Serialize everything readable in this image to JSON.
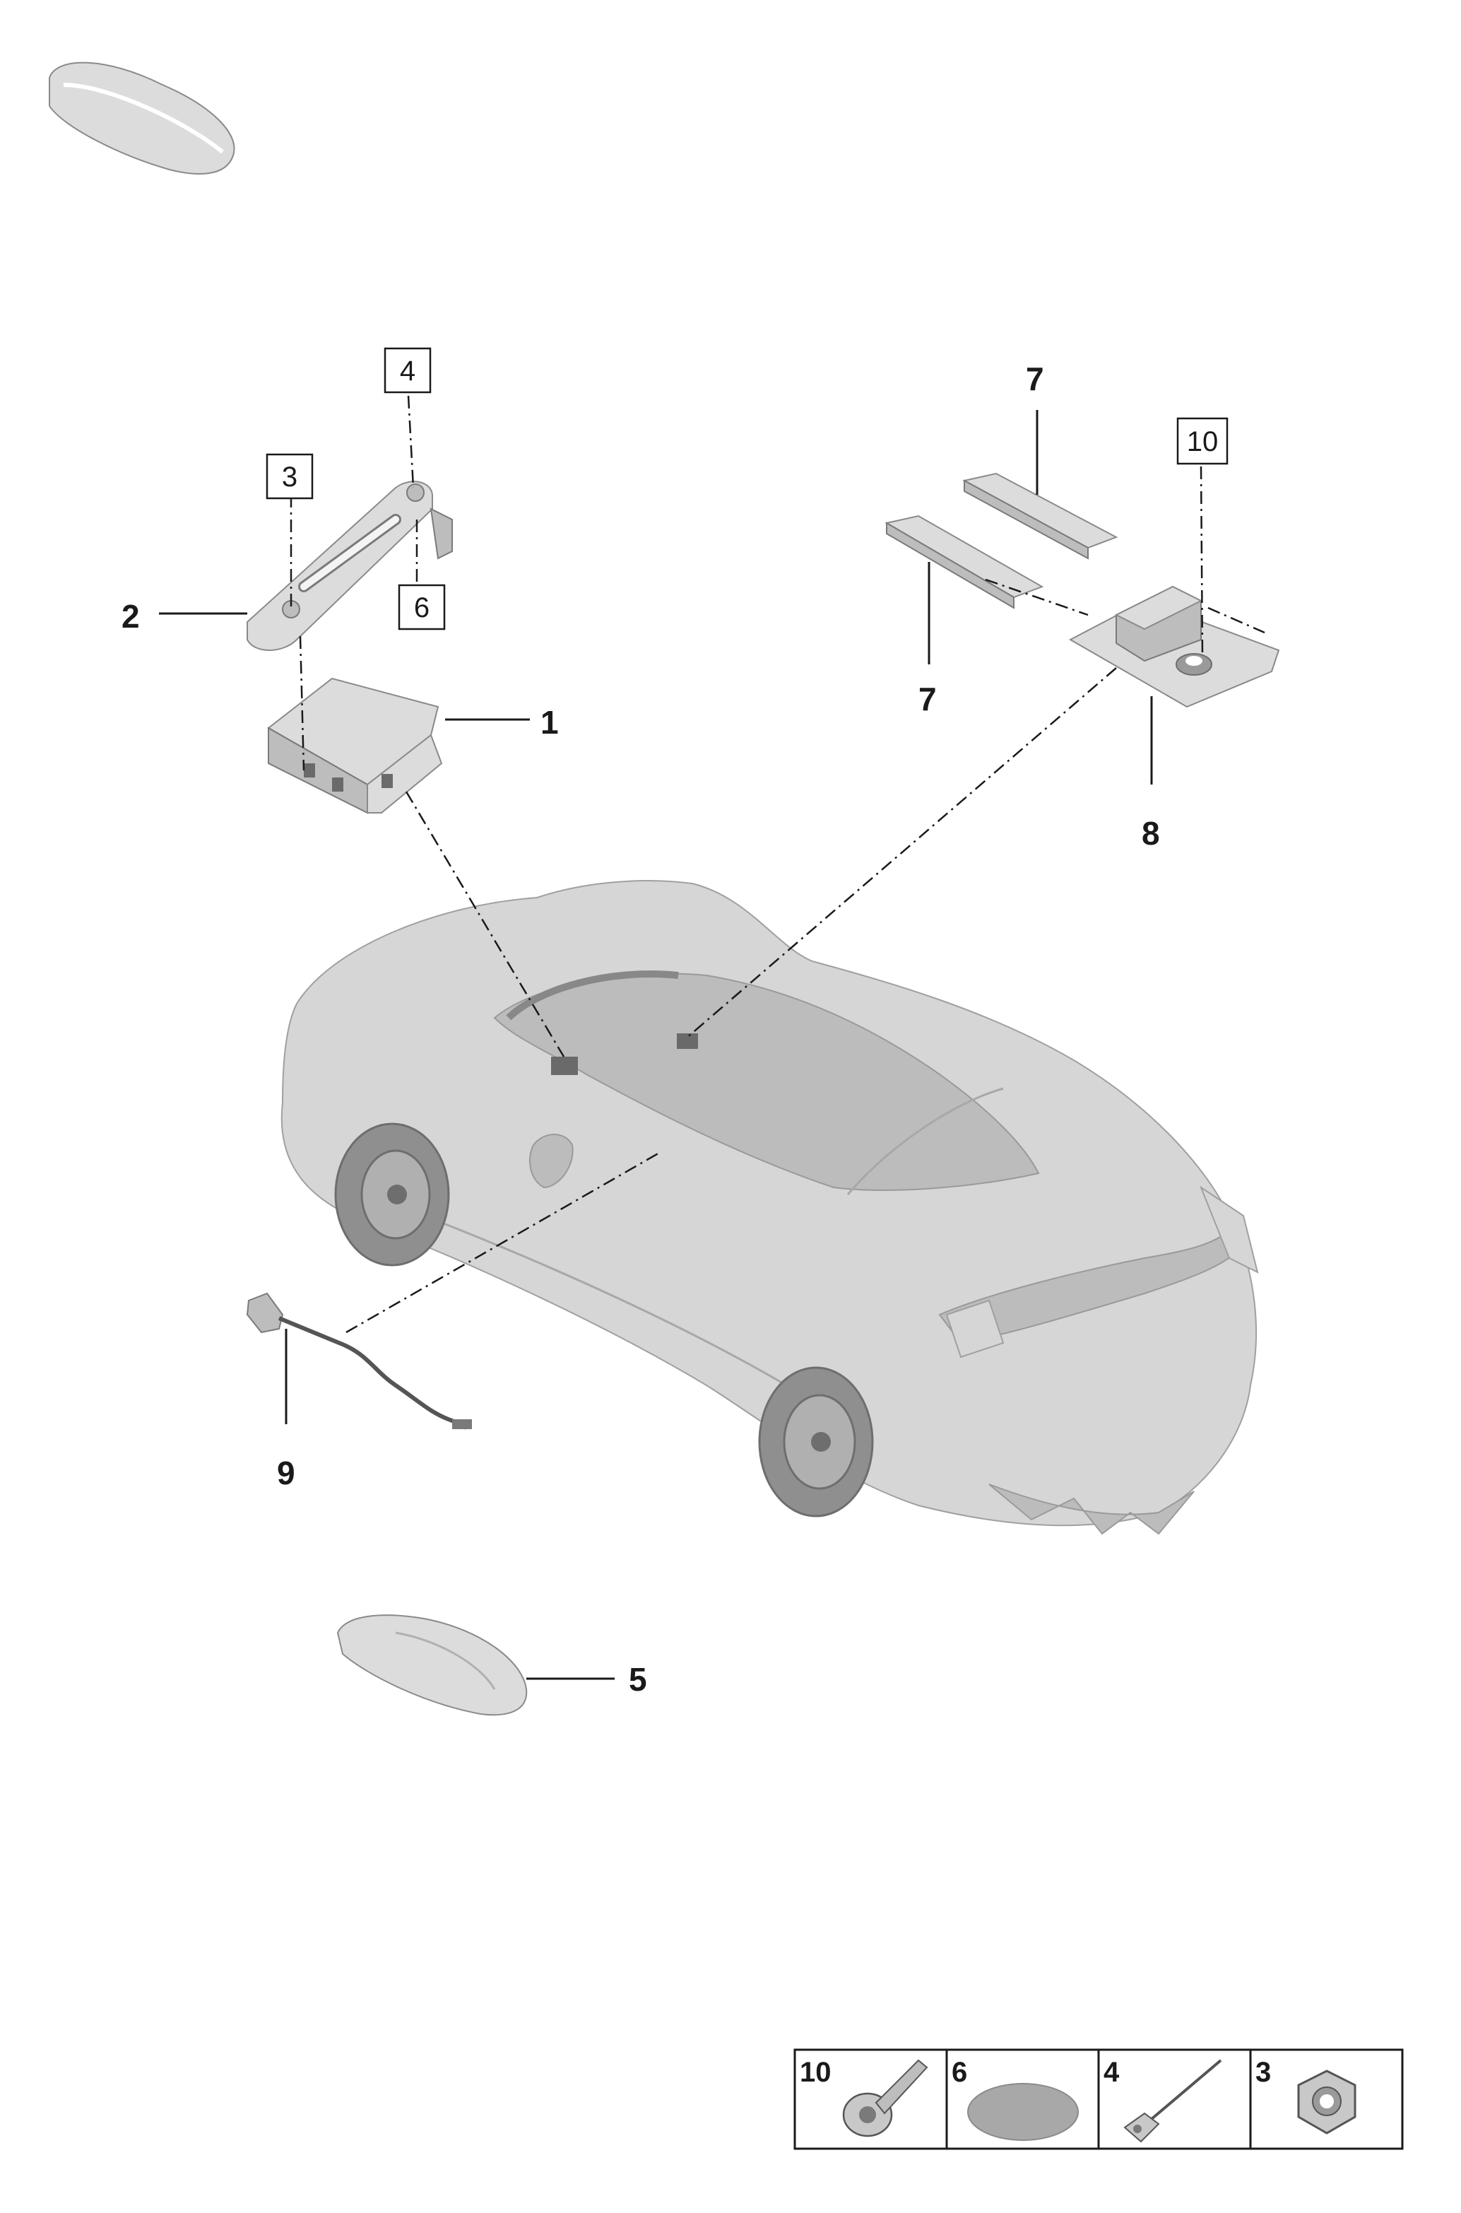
{
  "callouts": {
    "c1": "1",
    "c2": "2",
    "c5": "5",
    "c7a": "7",
    "c7b": "7",
    "c8": "8",
    "c9": "9"
  },
  "boxed_refs": {
    "b3": "3",
    "b4": "4",
    "b6": "6",
    "b10": "10"
  },
  "legend": [
    {
      "num": "10",
      "icon": "screw-icon"
    },
    {
      "num": "6",
      "icon": "oval-pad-icon"
    },
    {
      "num": "4",
      "icon": "rivet-icon"
    },
    {
      "num": "3",
      "icon": "hex-nut-icon"
    }
  ],
  "colors": {
    "line": "#1a1a1a",
    "part_fill": "#dcdcdc",
    "car_fill": "#d6d6d6"
  }
}
